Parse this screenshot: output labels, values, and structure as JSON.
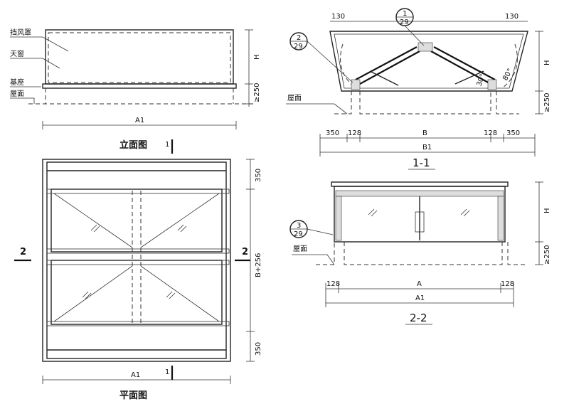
{
  "elevation": {
    "title": "立面图",
    "labels": {
      "hood": "挡风罩",
      "skylight": "天窗",
      "base": "基座",
      "roof": "屋面"
    },
    "dims": {
      "height": "H",
      "base_height": "≥250",
      "width": "A1"
    }
  },
  "plan": {
    "title": "平面图",
    "section_marks": {
      "s1_top": "1",
      "s1_bottom": "1",
      "s2_left": "2",
      "s2_right": "2"
    },
    "dims": {
      "top": "350",
      "middle": "B+256",
      "bottom": "350",
      "width": "A1"
    }
  },
  "section_1_1": {
    "title": "1-1",
    "callouts": [
      {
        "num": "1",
        "sheet": "29"
      },
      {
        "num": "2",
        "sheet": "29"
      }
    ],
    "top_dims": {
      "left": "130",
      "right": "130"
    },
    "angles": {
      "a30": "30°",
      "a80": "80°"
    },
    "roof_label": "屋面",
    "side_dims": {
      "height": "H",
      "base": "≥250"
    },
    "bottom_dims": {
      "d1": "350",
      "d2": "128",
      "d3": "B",
      "d4": "128",
      "d5": "350",
      "total": "B1"
    }
  },
  "section_2_2": {
    "title": "2-2",
    "callout": {
      "num": "3",
      "sheet": "29"
    },
    "roof_label": "屋面",
    "side_dims": {
      "height": "H",
      "base": "≥250"
    },
    "bottom_dims": {
      "d1": "128",
      "d2": "A",
      "d3": "128",
      "total": "A1"
    }
  }
}
